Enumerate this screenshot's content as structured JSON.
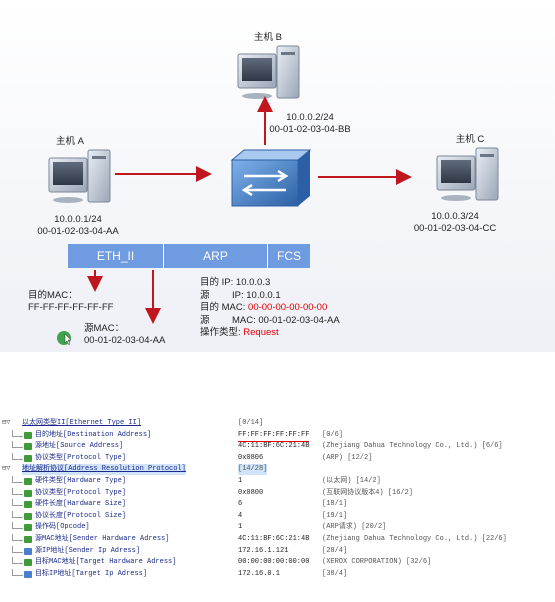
{
  "diagram": {
    "host_a": {
      "name": "主机 A",
      "ip": "10.0.0.1/24",
      "mac": "00-01-02-03-04-AA"
    },
    "host_b": {
      "name": "主机 B",
      "ip": "10.0.0.2/24",
      "mac": "00-01-02-03-04-BB"
    },
    "host_c": {
      "name": "主机 C",
      "ip": "10.0.0.3/24",
      "mac": "00-01-02-03-04-CC"
    },
    "frame": {
      "eth": "ETH_II",
      "arp": "ARP",
      "fcs": "FCS"
    },
    "dest_mac": {
      "label": "目的MAC：",
      "value": "FF-FF-FF-FF-FF-FF"
    },
    "src_mac": {
      "label": "源MAC：",
      "value": "00-01-02-03-04-AA"
    },
    "arp_info": {
      "dest_ip_label": "目的 IP:",
      "dest_ip": "10.0.0.3",
      "src_ip_label": "源",
      "src_ip_key": "IP:",
      "src_ip": "10.0.0.1",
      "dest_mac_label": "目的 MAC:",
      "dest_mac": "00-00-00-00-00-00",
      "src_mac_label": "源",
      "src_mac_key": "MAC:",
      "src_mac": "00-01-02-03-04-AA",
      "op_label": "操作类型:",
      "op": "Request"
    },
    "colors": {
      "frame_blue": "#6f9be0",
      "highlight_red": "#e00000",
      "arrow": "#c0171f"
    }
  },
  "capture": {
    "rows": [
      {
        "name": "以太网类型II[Ethernet Type II]",
        "value": "",
        "desc": "[0/14]",
        "level": 0,
        "expand": true,
        "icon": "tree-branch-icon"
      },
      {
        "name": "目的地址[Destination Address]",
        "value": "FF:FF:FF:FF:FF:FF",
        "desc": "[0/6]",
        "level": 1,
        "icon": "field-icon"
      },
      {
        "name": "源地址[Source Address]",
        "value": "4C:11:BF:6C:21:4B",
        "desc": "(Zhejiang Dahua Technology Co., Ltd.)  [6/6]",
        "level": 1,
        "icon": "field-icon"
      },
      {
        "name": "协议类型[Protocol Type]",
        "value": "0x0806",
        "desc": "(ARP)  [12/2]",
        "level": 1,
        "icon": "field-icon"
      },
      {
        "name": "地址解析协议[Address Resolution Protocol]",
        "value": "",
        "desc": "[14/28]",
        "level": 0,
        "expand": true,
        "selected": true,
        "icon": "tree-branch-icon"
      },
      {
        "name": "硬件类型[Hardware Type]",
        "value": "1",
        "desc": "(以太网)  [14/2]",
        "level": 1,
        "icon": "field-icon"
      },
      {
        "name": "协议类型[Protocol Type]",
        "value": "0x0800",
        "desc": "(互联网协议版本4)  [16/2]",
        "level": 1,
        "icon": "field-icon"
      },
      {
        "name": "硬件长度[Hardware Size]",
        "value": "6",
        "desc": "[18/1]",
        "level": 1,
        "icon": "field-icon"
      },
      {
        "name": "协议长度[Protocol Size]",
        "value": "4",
        "desc": "[19/1]",
        "level": 1,
        "icon": "field-icon"
      },
      {
        "name": "操作码[Opcode]",
        "value": "1",
        "desc": "(ARP请求)  [20/2]",
        "level": 1,
        "icon": "field-icon"
      },
      {
        "name": "源MAC地址[Sender Hardware Adress]",
        "value": "4C:11:BF:6C:21:4B",
        "desc": "(Zhejiang Dahua Technology Co., Ltd.)  [22/6]",
        "level": 1,
        "icon": "field-icon"
      },
      {
        "name": "源IP地址[Sender Ip Adress]",
        "value": "172.16.1.121",
        "desc": "[28/4]",
        "level": 1,
        "icon": "ip-icon"
      },
      {
        "name": "目标MAC地址[Target Hardware Adress]",
        "value": "00:00:00:00:00:00",
        "desc": "(XEROX CORPORATION)  [32/6]",
        "level": 1,
        "icon": "field-icon"
      },
      {
        "name": "目标IP地址[Target Ip Adress]",
        "value": "172.16.0.1",
        "desc": "[38/4]",
        "level": 1,
        "icon": "ip-icon"
      }
    ]
  }
}
